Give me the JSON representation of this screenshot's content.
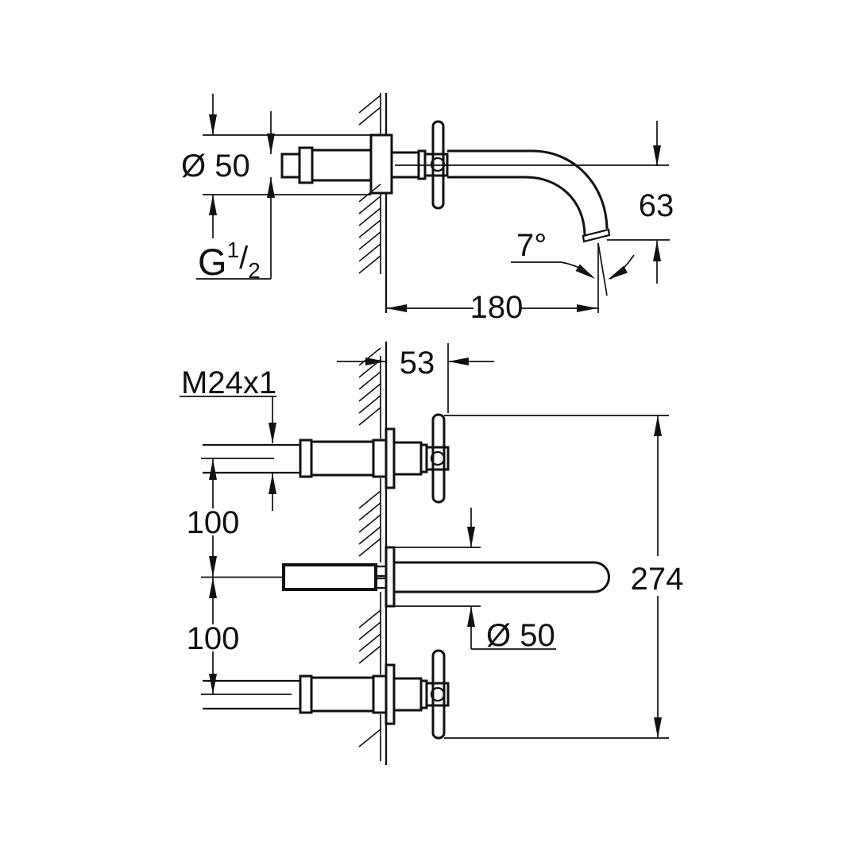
{
  "drawing": {
    "kind": "technical dimensional drawing, wall-mounted basin mixer, two views",
    "colors": {
      "line": "#111111",
      "background": "#ffffff"
    }
  },
  "top_view": {
    "labels": {
      "escutcheon_diameter": "Ø 50",
      "inlet_thread_base": "G",
      "inlet_thread_numerator": "1",
      "inlet_thread_slash": "/",
      "inlet_thread_denominator": "2",
      "spout_drop_height": "63",
      "spout_angle": "7°",
      "spout_reach": "180"
    }
  },
  "bottom_view": {
    "labels": {
      "handle_projection": "53",
      "connection_thread": "M24x1",
      "hole_spacing_upper": "100",
      "hole_spacing_lower": "100",
      "escutcheon_diameter": "Ø 50",
      "overall_height": "274"
    }
  }
}
